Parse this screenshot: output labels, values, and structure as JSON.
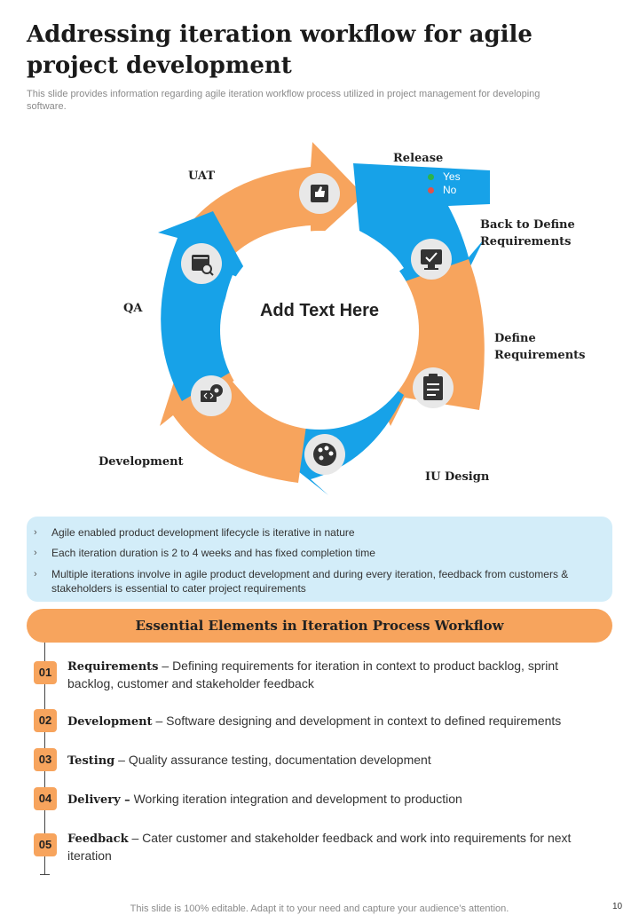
{
  "header": {
    "title": "Addressing iteration workflow for agile project development",
    "subtitle": "This slide provides information regarding agile iteration workflow process utilized in project management for developing software."
  },
  "diagram": {
    "center_text": "Add Text Here",
    "labels": {
      "release": "Release",
      "back_to_define": "Back to Define Requirements",
      "define": "Define Requirements",
      "iu_design": "IU Design",
      "development": "Development",
      "qa": "QA",
      "uat": "UAT"
    },
    "legend": {
      "yes": "Yes",
      "no": "No"
    },
    "colors": {
      "blue": "#17a2e8",
      "orange": "#f7a45d",
      "yes_dot": "#2cb34a",
      "no_dot": "#e0524a"
    },
    "icons": [
      "thumbs-up-icon",
      "monitor-check-icon",
      "clipboard-icon",
      "palette-icon",
      "gear-code-icon",
      "search-window-icon"
    ]
  },
  "info": {
    "items": [
      "Agile enabled product development lifecycle is iterative in nature",
      "Each iteration duration is 2 to 4 weeks and has fixed completion time",
      "Multiple iterations involve in agile product development and during every iteration, feedback from customers & stakeholders is essential to cater project requirements"
    ]
  },
  "banner": {
    "title": "Essential Elements in Iteration Process Workflow"
  },
  "steps": [
    {
      "num": "01",
      "title": "Requirements",
      "sep": " – ",
      "desc": "Defining requirements for iteration in context to product backlog, sprint backlog, customer and stakeholder feedback"
    },
    {
      "num": "02",
      "title": "Development",
      "sep": " – ",
      "desc": "Software designing and development in context to defined requirements"
    },
    {
      "num": "03",
      "title": "Testing",
      "sep": " – ",
      "desc": "Quality assurance testing, documentation development"
    },
    {
      "num": "04",
      "title": "Delivery –",
      "sep": " ",
      "desc": "Working iteration integration and development to production"
    },
    {
      "num": "05",
      "title": "Feedback",
      "sep": " – ",
      "desc": "Cater customer and stakeholder feedback and work into requirements for next iteration"
    }
  ],
  "footer": {
    "text": "This slide is 100% editable. Adapt it to your need and capture your audience’s attention.",
    "page": "10"
  }
}
